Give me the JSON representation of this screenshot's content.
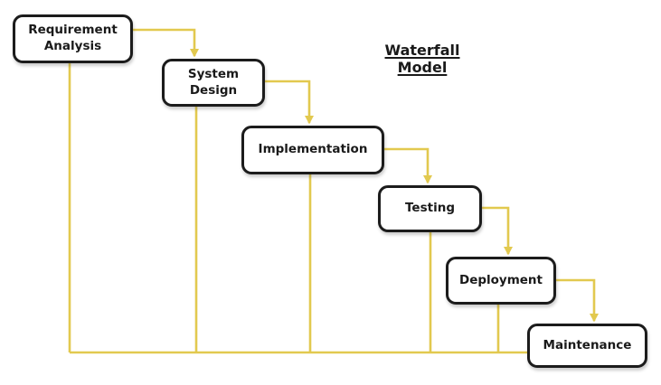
{
  "diagram": {
    "title": "Waterfall Model",
    "stages": [
      {
        "label": "Requirement Analysis"
      },
      {
        "label": "System Design"
      },
      {
        "label": "Implementation"
      },
      {
        "label": "Testing"
      },
      {
        "label": "Deployment"
      },
      {
        "label": "Maintenance"
      }
    ],
    "flow": [
      "Requirement Analysis -> System Design",
      "System Design -> Implementation",
      "Implementation -> Testing",
      "Testing -> Deployment",
      "Deployment -> Maintenance",
      "All stages -> bottom feedback line -> Maintenance"
    ],
    "colors": {
      "connector": "#E2C94F",
      "box_border": "#1C1C1C",
      "box_fill": "#FFFFFF",
      "text": "#1A1A1A",
      "background": "#FFFFFF"
    }
  }
}
